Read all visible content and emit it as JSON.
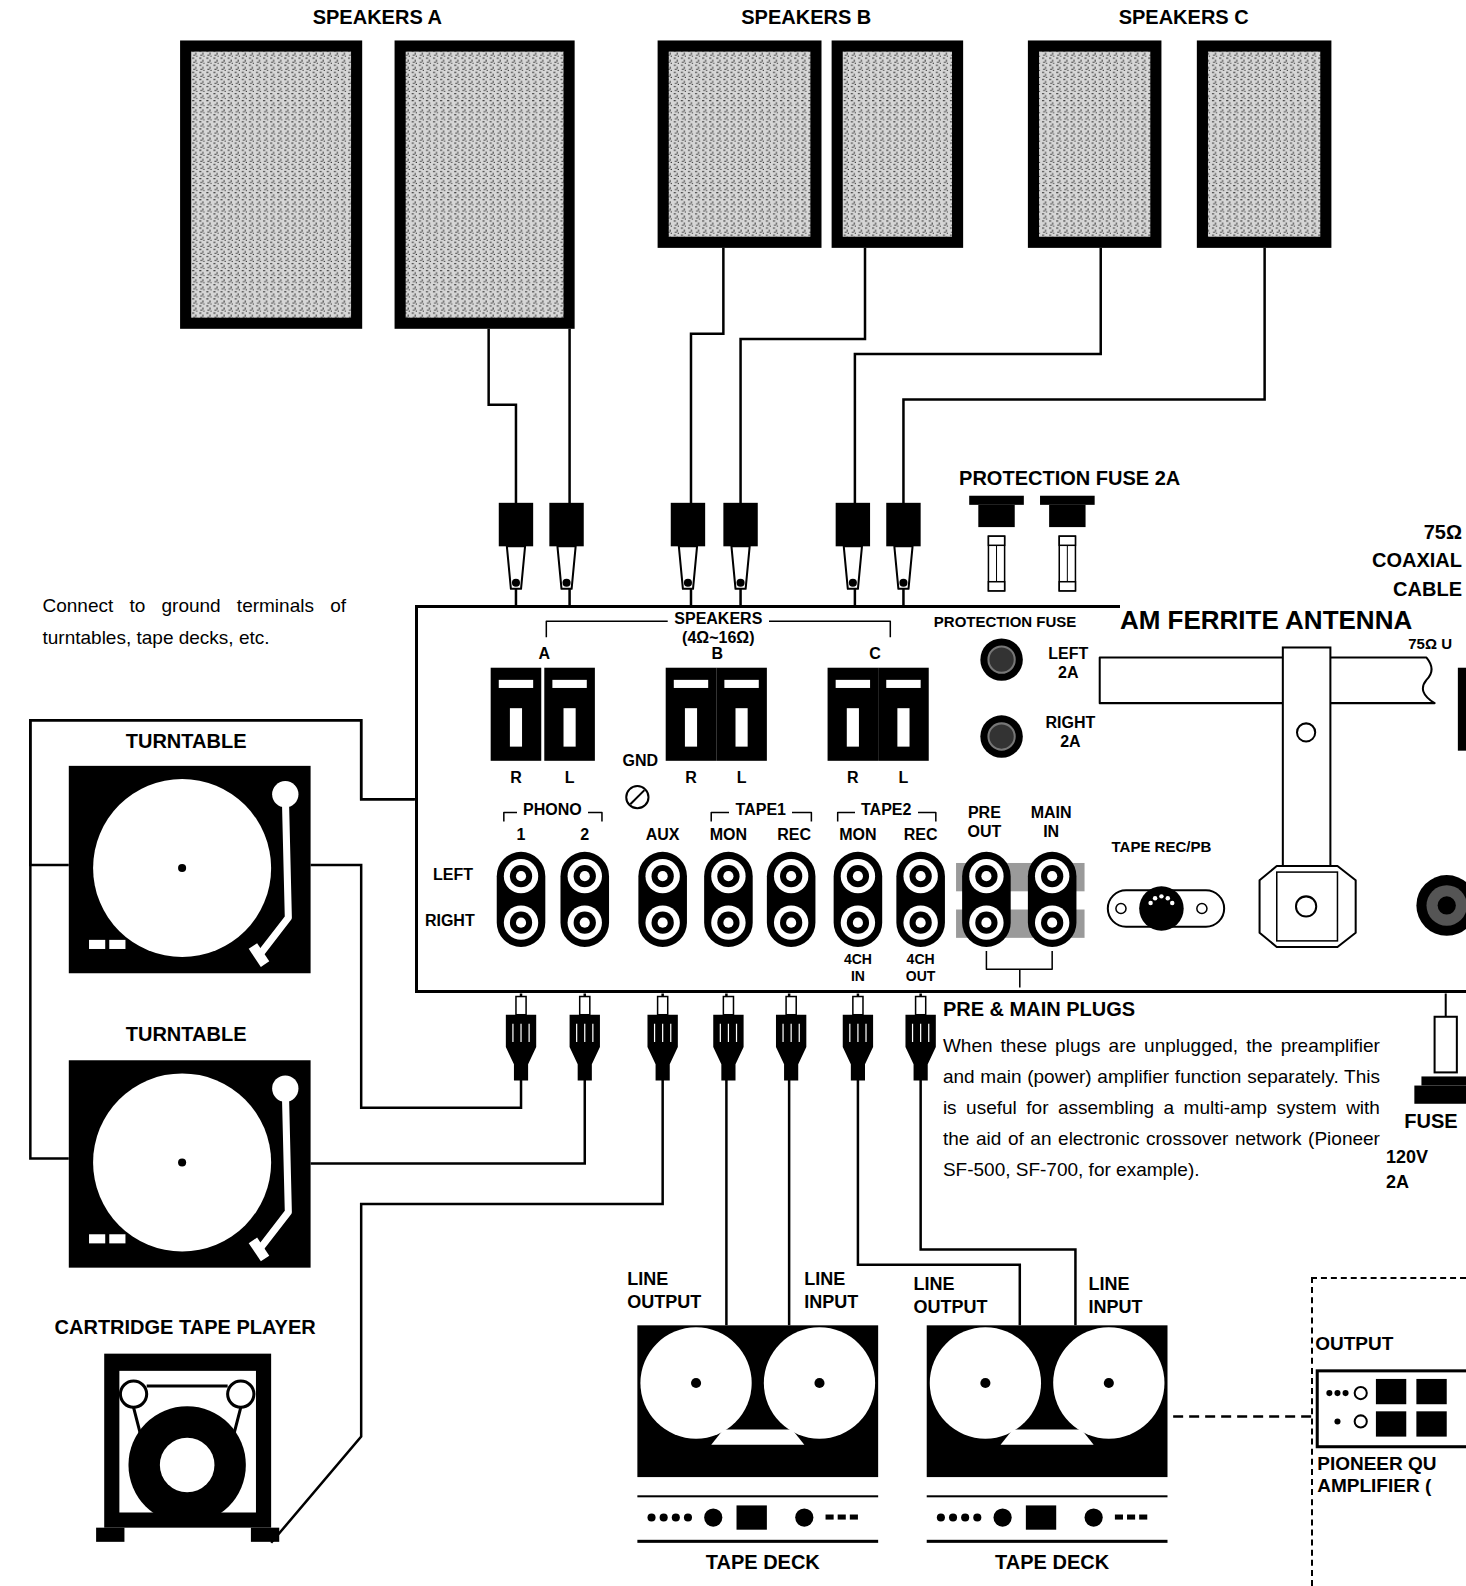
{
  "diagram": {
    "nodes": [
      {
        "text": [
          "SPEAKERS A"
        ]
      },
      {
        "text": [
          "SPEAKERS B"
        ]
      },
      {
        "text": [
          "SPEAKERS C"
        ]
      },
      {
        "text": [
          "SPEAKERS (4Ω~16Ω)",
          "A",
          "B",
          "C",
          "PROTECTION FUSE",
          "AM FERRITE ANTENNA",
          "75Ω U",
          "LEFT 2A",
          "R",
          "L",
          "GND",
          "R",
          "L",
          "R",
          "L",
          "RIGHT 2A",
          "PHONO",
          "TAPE1",
          "TAPE2",
          "PRE OUT",
          "MAIN IN",
          "1",
          "2",
          "AUX",
          "MON",
          "REC",
          "MON",
          "REC",
          "TAPE REC/PB",
          "LEFT",
          "RIGHT",
          "4CH IN",
          "4CH OUT"
        ]
      },
      {
        "text": [
          "TURNTABLE"
        ]
      },
      {
        "text": [
          "TURNTABLE"
        ]
      },
      {
        "text": [
          "CARTRIDGE TAPE PLAYER"
        ]
      },
      {
        "text": [
          "TAPE DECK"
        ]
      },
      {
        "text": [
          "TAPE DECK"
        ]
      },
      {
        "text": [
          "OUTPUT",
          "PIONEER QU AMPLIFIER ("
        ]
      }
    ],
    "edges": [
      {
        "from": 0,
        "to": 3,
        "arrow": "none"
      },
      {
        "from": 1,
        "to": 3,
        "arrow": "none"
      },
      {
        "from": 2,
        "to": 3,
        "arrow": "none"
      },
      {
        "from": 4,
        "to": 3,
        "arrow": "none"
      },
      {
        "from": 5,
        "to": 3,
        "arrow": "none"
      },
      {
        "from": 6,
        "to": 3,
        "arrow": "none"
      },
      {
        "from": 4,
        "to": 3,
        "arrow": "none"
      },
      {
        "from": 5,
        "to": 3,
        "arrow": "none"
      },
      {
        "from": 7,
        "to": 3,
        "arrow": "none"
      },
      {
        "from": 8,
        "to": 3,
        "arrow": "none"
      },
      {
        "from": 9,
        "to": 8,
        "arrow": "none"
      }
    ],
    "labels": [
      "PROTECTION FUSE 2A",
      "75Ω",
      "COAXIAL",
      "CABLE",
      "Connect to ground terminals of turntables, tape decks, etc.",
      "LINE OUTPUT",
      "LINE INPUT",
      "LINE OUTPUT",
      "LINE INPUT",
      "PRE & MAIN PLUGS",
      "When these plugs are unplugged, the preamplifier and main (power) amplifier function separately. This is useful for assembling a multi-amp system with the aid of an electronic crossover network (Pioneer SF-500, SF-700, for example).",
      "FUSE",
      "120V",
      "2A"
    ]
  }
}
